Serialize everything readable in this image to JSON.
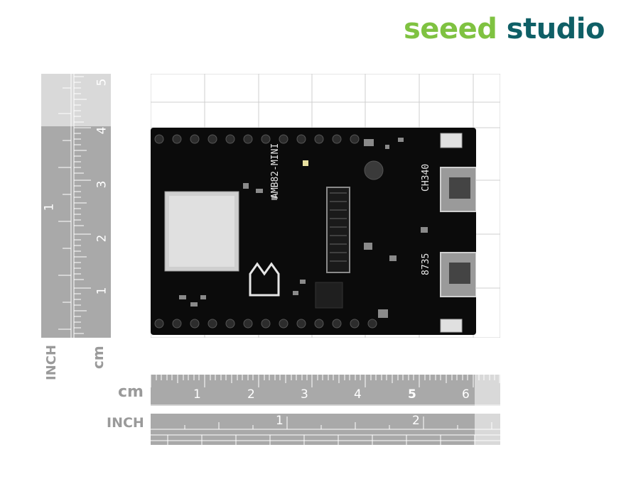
{
  "brand": {
    "logo_part1": "seeed",
    "logo_part2": "studio",
    "colors": {
      "green": "#7fc241",
      "teal": "#0f5f66"
    }
  },
  "rulers": {
    "vertical_inch_label": "INCH",
    "vertical_cm_label": "cm",
    "vertical_inch_marks": [
      "1"
    ],
    "vertical_cm_marks": [
      "1",
      "2",
      "3",
      "4",
      "5"
    ],
    "horizontal_cm_label": "cm",
    "horizontal_cm_marks": [
      "1",
      "2",
      "3",
      "4",
      "5",
      "6"
    ],
    "horizontal_inch_label": "INCH",
    "horizontal_inch_marks": [
      "1",
      "2"
    ]
  },
  "board": {
    "silkscreen_name": "AMB82-MINI",
    "chip_label_1": "CH340",
    "chip_label_2": "8735"
  }
}
